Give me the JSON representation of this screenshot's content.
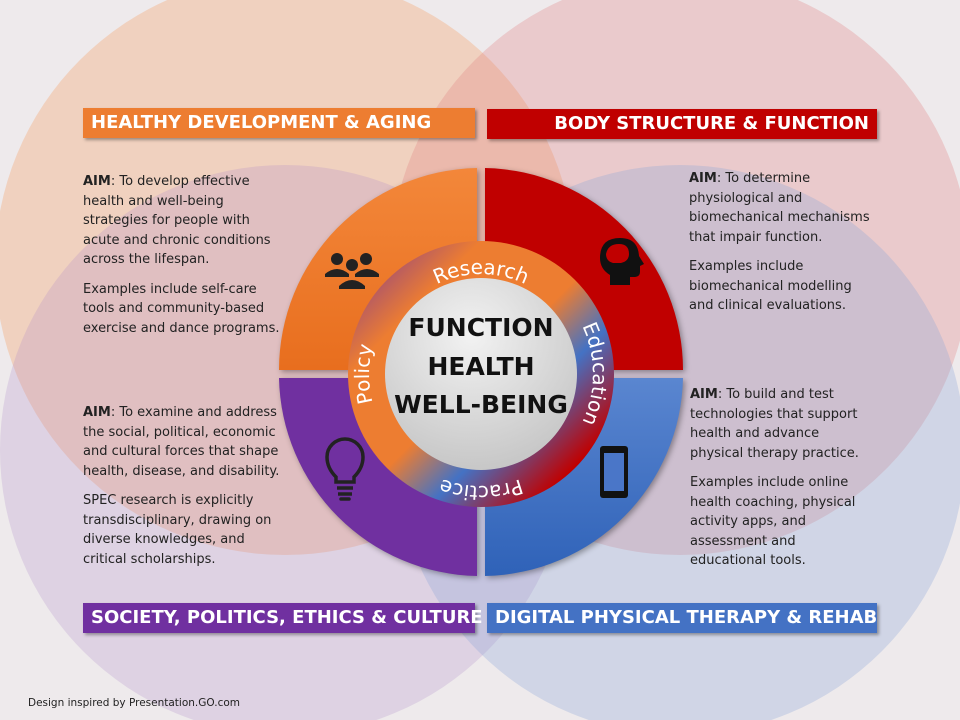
{
  "center": {
    "lines": [
      "FUNCTION",
      "HEALTH",
      "WELL-BEING"
    ]
  },
  "ring_labels": {
    "top": "Research",
    "right": "Education",
    "bottom": "Practice",
    "left": "Policy"
  },
  "quadrants": [
    {
      "title": "HEALTHY DEVELOPMENT & AGING",
      "color": "#ed7d31",
      "icon": "people-group-icon",
      "aim_label": "AIM",
      "aim": ": To develop effective health and well-being strategies for people with acute and chronic conditions across the lifespan.",
      "examples": "Examples include self-care tools and community-based exercise and dance programs."
    },
    {
      "title": "BODY STRUCTURE & FUNCTION",
      "color": "#c00000",
      "icon": "brain-head-icon",
      "aim_label": "AIM",
      "aim": ": To determine physiological and biomechanical mechanisms that impair function.",
      "examples": "Examples include biomechanical modelling and clinical evaluations."
    },
    {
      "title": "SOCIETY, POLITICS, ETHICS & CULTURE",
      "color": "#7030a0",
      "icon": "lightbulb-icon",
      "aim_label": "AIM",
      "aim": ": To examine and address the social, political, economic and cultural forces that shape health, disease, and disability.",
      "examples": "SPEC research is explicitly transdisciplinary, drawing on diverse knowledges, and critical scholarships."
    },
    {
      "title": "DIGITAL PHYSICAL THERAPY & REHAB",
      "color": "#4472c4",
      "icon": "smartphone-icon",
      "aim_label": "AIM",
      "aim": ": To build and test technologies that support health and advance physical therapy practice.",
      "examples": "Examples include online health coaching, physical activity apps, and assessment and educational tools."
    }
  ],
  "credit": "Design inspired by Presentation.GO.com"
}
